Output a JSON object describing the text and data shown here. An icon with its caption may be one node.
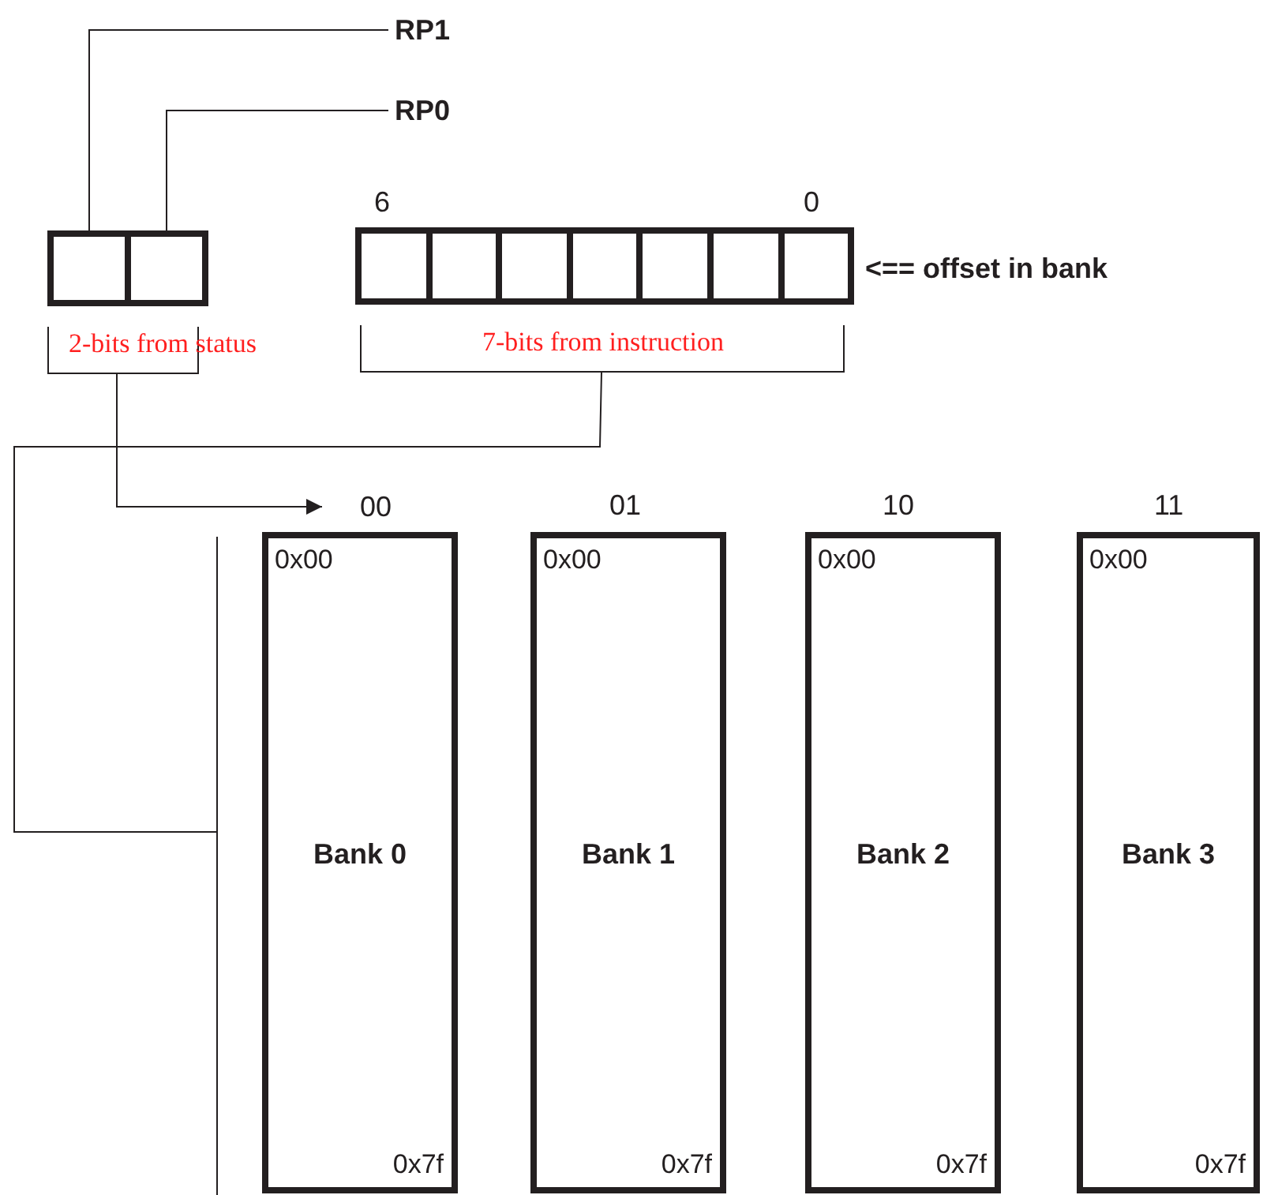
{
  "diagram": {
    "nodes": [
      {
        "text": [
          "RP1"
        ]
      },
      {
        "text": [
          "RP0"
        ]
      },
      {
        "text": [],
        "shape": "box"
      },
      {
        "text": [],
        "shape": "box"
      },
      {
        "text": [],
        "shape": "box"
      },
      {
        "text": [],
        "shape": "box"
      },
      {
        "text": [],
        "shape": "box"
      },
      {
        "text": [],
        "shape": "box"
      },
      {
        "text": [],
        "shape": "box"
      },
      {
        "text": [],
        "shape": "box"
      },
      {
        "text": [],
        "shape": "box"
      },
      {
        "text": [
          "2-bits from status"
        ]
      },
      {
        "text": [
          "7-bits from instruction"
        ]
      },
      {
        "text": [
          "00"
        ]
      },
      {
        "text": [
          "0x00",
          "Bank 0",
          "0x7f"
        ]
      },
      {
        "text": [
          "0x00",
          "Bank 1",
          "0x7f"
        ]
      },
      {
        "text": [
          "0x00",
          "Bank 2",
          "0x7f"
        ]
      },
      {
        "text": [
          "0x00",
          "Bank 3",
          "0x7f"
        ]
      }
    ],
    "edges": [
      {
        "from": 0,
        "to": 2,
        "arrow": "none"
      },
      {
        "from": 1,
        "to": 3,
        "arrow": "none"
      },
      {
        "from": 11,
        "to": 13,
        "arrow": "to"
      },
      {
        "from": 12,
        "to": null,
        "arrow": "none"
      }
    ],
    "labels": [
      "6",
      "0",
      "<== offset in bank",
      "01",
      "10",
      "11"
    ]
  }
}
